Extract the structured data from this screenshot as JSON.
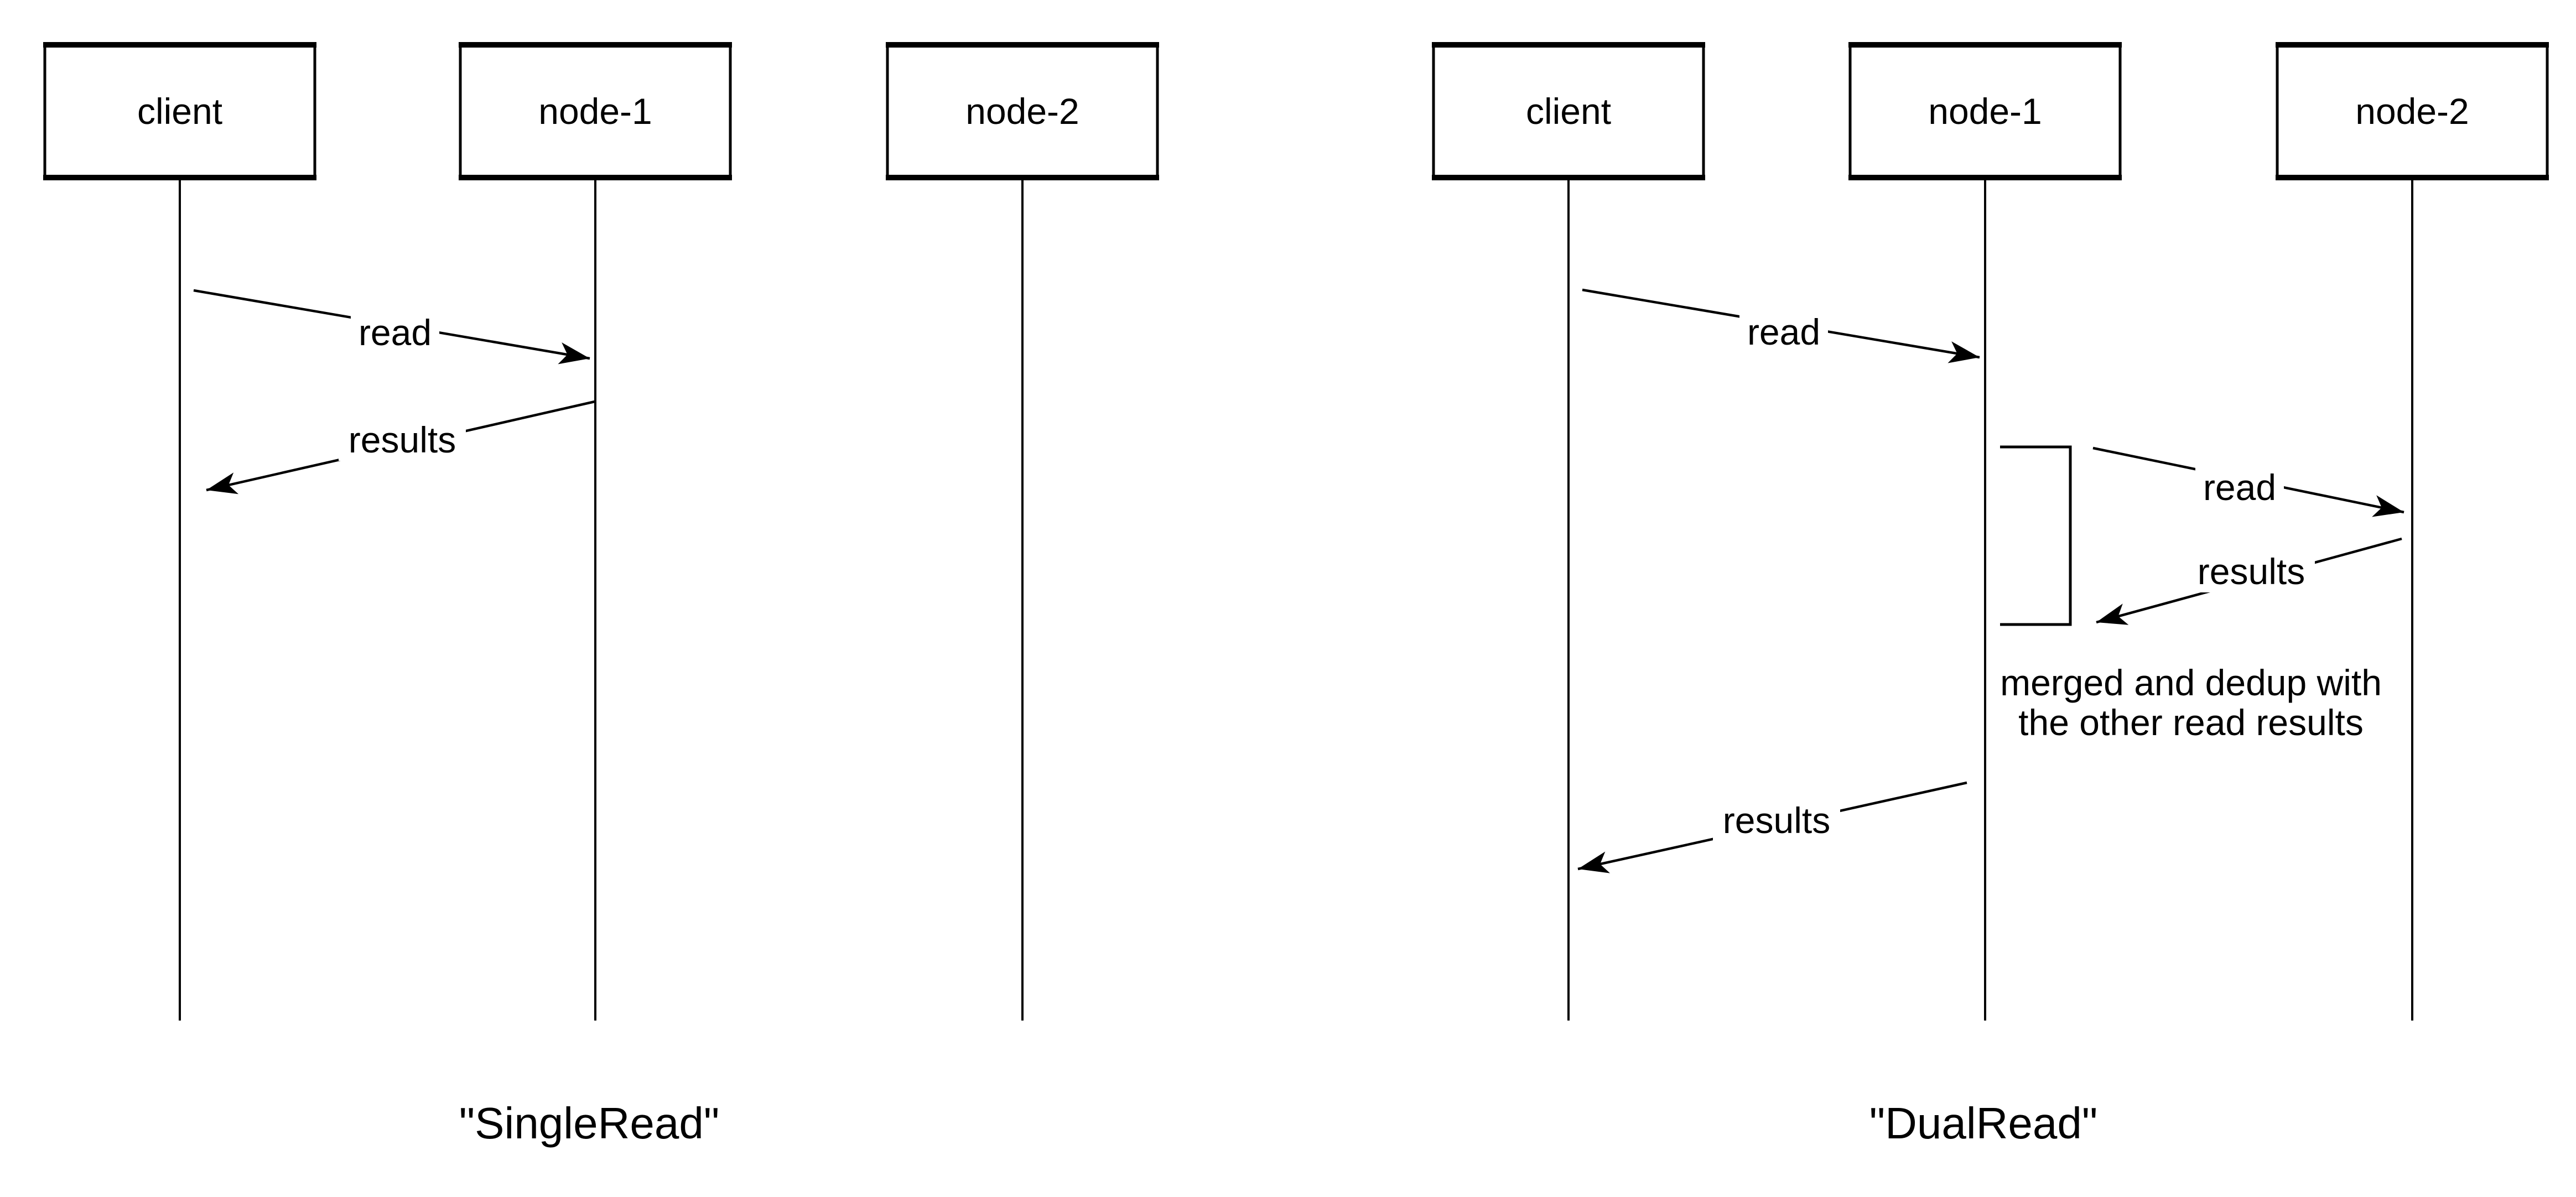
{
  "colors": {
    "ink": "#000000",
    "background": "#ffffff"
  },
  "diagrams": [
    {
      "id": "single-read",
      "title": "\"SingleRead\"",
      "actors": [
        {
          "label": "client"
        },
        {
          "label": "node-1"
        },
        {
          "label": "node-2"
        }
      ],
      "messages": [
        {
          "label": "read",
          "from": "client",
          "to": "node-1"
        },
        {
          "label": "results",
          "from": "node-1",
          "to": "client"
        }
      ]
    },
    {
      "id": "dual-read",
      "title": "\"DualRead\"",
      "actors": [
        {
          "label": "client"
        },
        {
          "label": "node-1"
        },
        {
          "label": "node-2"
        }
      ],
      "messages": [
        {
          "label": "read",
          "from": "client",
          "to": "node-1"
        },
        {
          "label": "read",
          "from": "node-1",
          "to": "node-2"
        },
        {
          "label": "results",
          "from": "node-2",
          "to": "node-1"
        },
        {
          "label": "results",
          "from": "node-1",
          "to": "client"
        }
      ],
      "note": {
        "line1": "merged and dedup with",
        "line2": "the other read results"
      }
    }
  ]
}
